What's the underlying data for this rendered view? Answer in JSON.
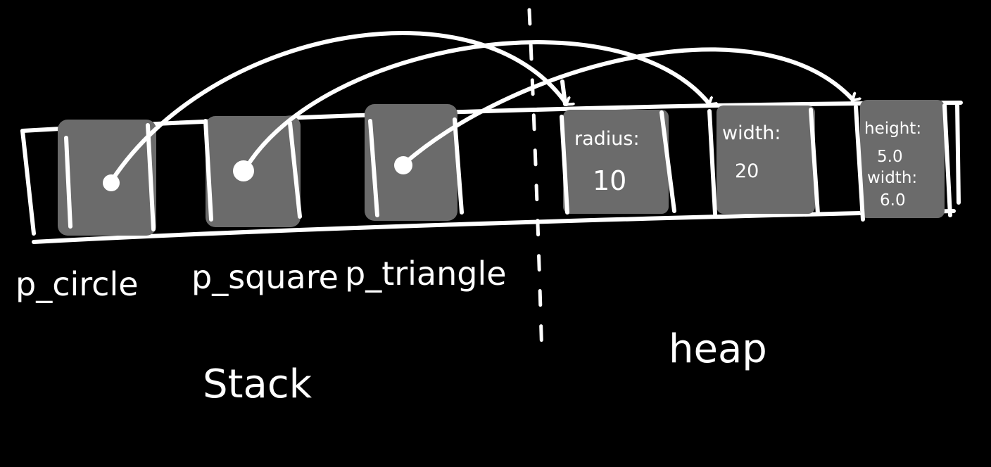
{
  "diagram": {
    "stack_label": "Stack",
    "heap_label": "heap",
    "pointers": [
      {
        "label": "p_circle"
      },
      {
        "label": "p_square"
      },
      {
        "label": "p_triangle"
      }
    ],
    "heap_objects": {
      "circle": {
        "field": "radius:",
        "value": "10"
      },
      "square": {
        "field": "width:",
        "value": "20"
      },
      "triangle": {
        "field1": "height:",
        "value1": "5.0",
        "field2": "width:",
        "value2": "6.0"
      }
    },
    "colors": {
      "background": "#000000",
      "ink": "#ffffff",
      "cell_fill": "#6b6b6b"
    }
  }
}
